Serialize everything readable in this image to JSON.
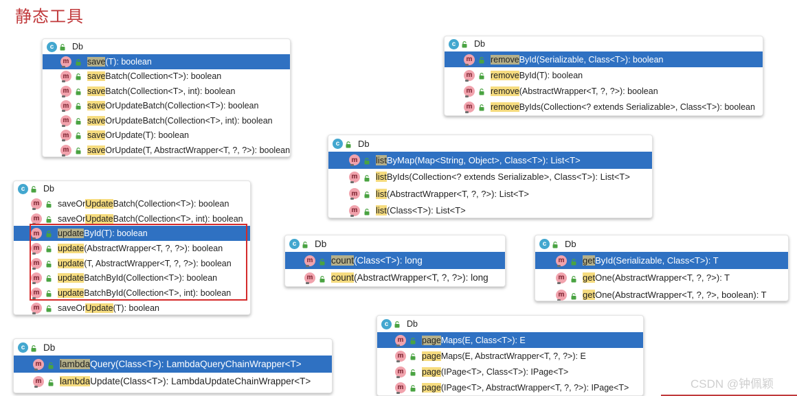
{
  "title": "静态工具",
  "watermark": "CSDN @钟佩颖",
  "colors": {
    "selected_row": "#2f71c2",
    "highlight": "#f6dc7f",
    "title": "#c0393b",
    "class_icon": "#43a7cf",
    "method_icon": "#f1a3ad",
    "red_box": "#d42a2a"
  },
  "icons": {
    "class": "class-c-icon",
    "method": "method-m-icon",
    "access": "lock-icon"
  },
  "panels": [
    {
      "id": "save",
      "header": "Db",
      "rows": [
        {
          "hl": "save",
          "rest": "(T): boolean",
          "selected": true
        },
        {
          "hl": "save",
          "rest": "Batch(Collection<T>): boolean"
        },
        {
          "hl": "save",
          "rest": "Batch(Collection<T>, int): boolean"
        },
        {
          "hl": "save",
          "rest": "OrUpdateBatch(Collection<T>): boolean"
        },
        {
          "hl": "save",
          "rest": "OrUpdateBatch(Collection<T>, int): boolean"
        },
        {
          "hl": "save",
          "rest": "OrUpdate(T): boolean"
        },
        {
          "hl": "save",
          "rest": "OrUpdate(T, AbstractWrapper<T, ?, ?>): boolean"
        }
      ]
    },
    {
      "id": "remove",
      "header": "Db",
      "rows": [
        {
          "hl": "remove",
          "rest": "ById(Serializable, Class<T>): boolean",
          "selected": true
        },
        {
          "hl": "remove",
          "rest": "ById(T): boolean"
        },
        {
          "hl": "remove",
          "rest": "(AbstractWrapper<T, ?, ?>): boolean"
        },
        {
          "hl": "remove",
          "rest": "ByIds(Collection<? extends Serializable>, Class<T>): boolean"
        }
      ]
    },
    {
      "id": "list",
      "header": "Db",
      "rows": [
        {
          "hl": "list",
          "rest": "ByMap(Map<String, Object>, Class<T>): List<T>",
          "selected": true
        },
        {
          "hl": "list",
          "rest": "ByIds(Collection<? extends Serializable>, Class<T>): List<T>"
        },
        {
          "hl": "list",
          "rest": "(AbstractWrapper<T, ?, ?>): List<T>"
        },
        {
          "hl": "list",
          "rest": "(Class<T>): List<T>"
        }
      ]
    },
    {
      "id": "update",
      "header": "Db",
      "rows": [
        {
          "pre": "saveOr",
          "hl": "Update",
          "rest": "Batch(Collection<T>): boolean"
        },
        {
          "pre": "saveOr",
          "hl": "Update",
          "rest": "Batch(Collection<T>, int): boolean"
        },
        {
          "hl": "update",
          "rest": "ById(T): boolean",
          "selected": true
        },
        {
          "hl": "update",
          "rest": "(AbstractWrapper<T, ?, ?>): boolean"
        },
        {
          "hl": "update",
          "rest": "(T, AbstractWrapper<T, ?, ?>): boolean"
        },
        {
          "hl": "update",
          "rest": "BatchById(Collection<T>): boolean"
        },
        {
          "hl": "update",
          "rest": "BatchById(Collection<T>, int): boolean"
        },
        {
          "pre": "saveOr",
          "hl": "Update",
          "rest": "(T): boolean"
        }
      ]
    },
    {
      "id": "count",
      "header": "Db",
      "rows": [
        {
          "hl": "count",
          "rest": "(Class<T>): long",
          "selected": true
        },
        {
          "hl": "count",
          "rest": "(AbstractWrapper<T, ?, ?>): long"
        }
      ]
    },
    {
      "id": "get",
      "header": "Db",
      "rows": [
        {
          "hl": "get",
          "rest": "ById(Serializable, Class<T>): T",
          "selected": true
        },
        {
          "hl": "get",
          "rest": "One(AbstractWrapper<T, ?, ?>): T"
        },
        {
          "hl": "get",
          "rest": "One(AbstractWrapper<T, ?, ?>, boolean): T"
        }
      ]
    },
    {
      "id": "page",
      "header": "Db",
      "rows": [
        {
          "hl": "page",
          "rest": "Maps(E, Class<T>): E",
          "selected": true
        },
        {
          "hl": "page",
          "rest": "Maps(E, AbstractWrapper<T, ?, ?>): E"
        },
        {
          "hl": "page",
          "rest": "(IPage<T>, Class<T>): IPage<T>"
        },
        {
          "hl": "page",
          "rest": "(IPage<T>, AbstractWrapper<T, ?, ?>): IPage<T>"
        }
      ]
    },
    {
      "id": "lambda",
      "header": "Db",
      "rows": [
        {
          "hl": "lambda",
          "rest": "Query(Class<T>): LambdaQueryChainWrapper<T>",
          "selected": true
        },
        {
          "hl": "lambda",
          "rest": "Update(Class<T>): LambdaUpdateChainWrapper<T>"
        }
      ]
    }
  ]
}
